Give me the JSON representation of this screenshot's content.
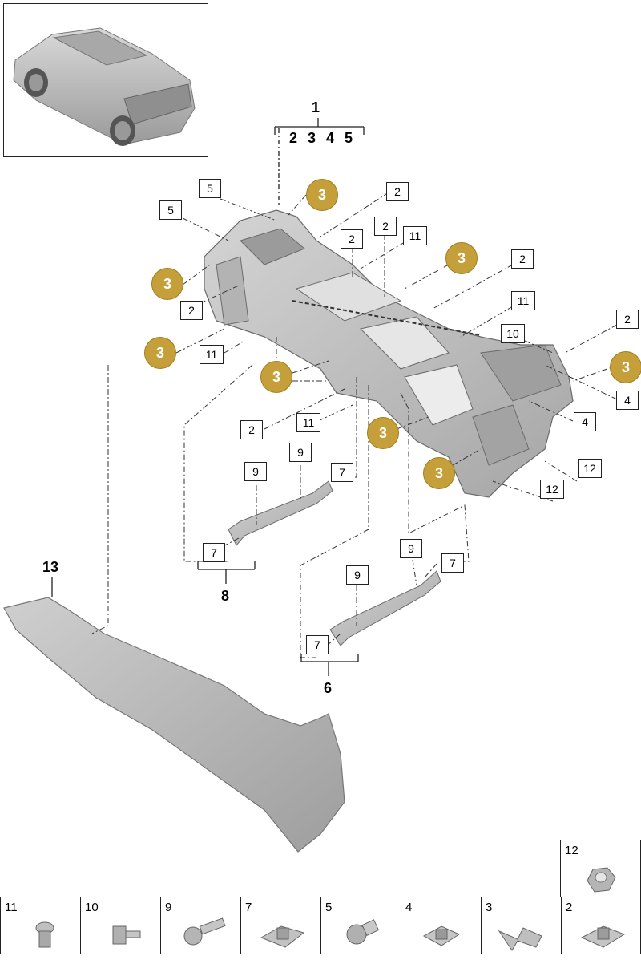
{
  "group_label": {
    "top": "1",
    "subs": [
      "2",
      "3",
      "4",
      "5"
    ]
  },
  "callouts": [
    "3",
    "3",
    "3",
    "3",
    "3",
    "3",
    "3",
    "3"
  ],
  "boxes": [
    "5",
    "5",
    "2",
    "2",
    "2",
    "11",
    "2",
    "2",
    "11",
    "11",
    "11",
    "2",
    "2",
    "10",
    "4",
    "4",
    "12",
    "12",
    "9",
    "9",
    "7",
    "7",
    "7",
    "9",
    "9",
    "7"
  ],
  "labels": {
    "assembly_8": "8",
    "assembly_6": "6",
    "trim_13": "13"
  },
  "legend": [
    {
      "num": "12"
    },
    {
      "num": "11"
    },
    {
      "num": "10"
    },
    {
      "num": "9"
    },
    {
      "num": "7"
    },
    {
      "num": "5"
    },
    {
      "num": "4"
    },
    {
      "num": "3"
    },
    {
      "num": "2"
    }
  ],
  "colors": {
    "callout_fill": "#c5a03a",
    "part_fill": "#bdbdbd",
    "part_dark": "#8a8a8a"
  }
}
